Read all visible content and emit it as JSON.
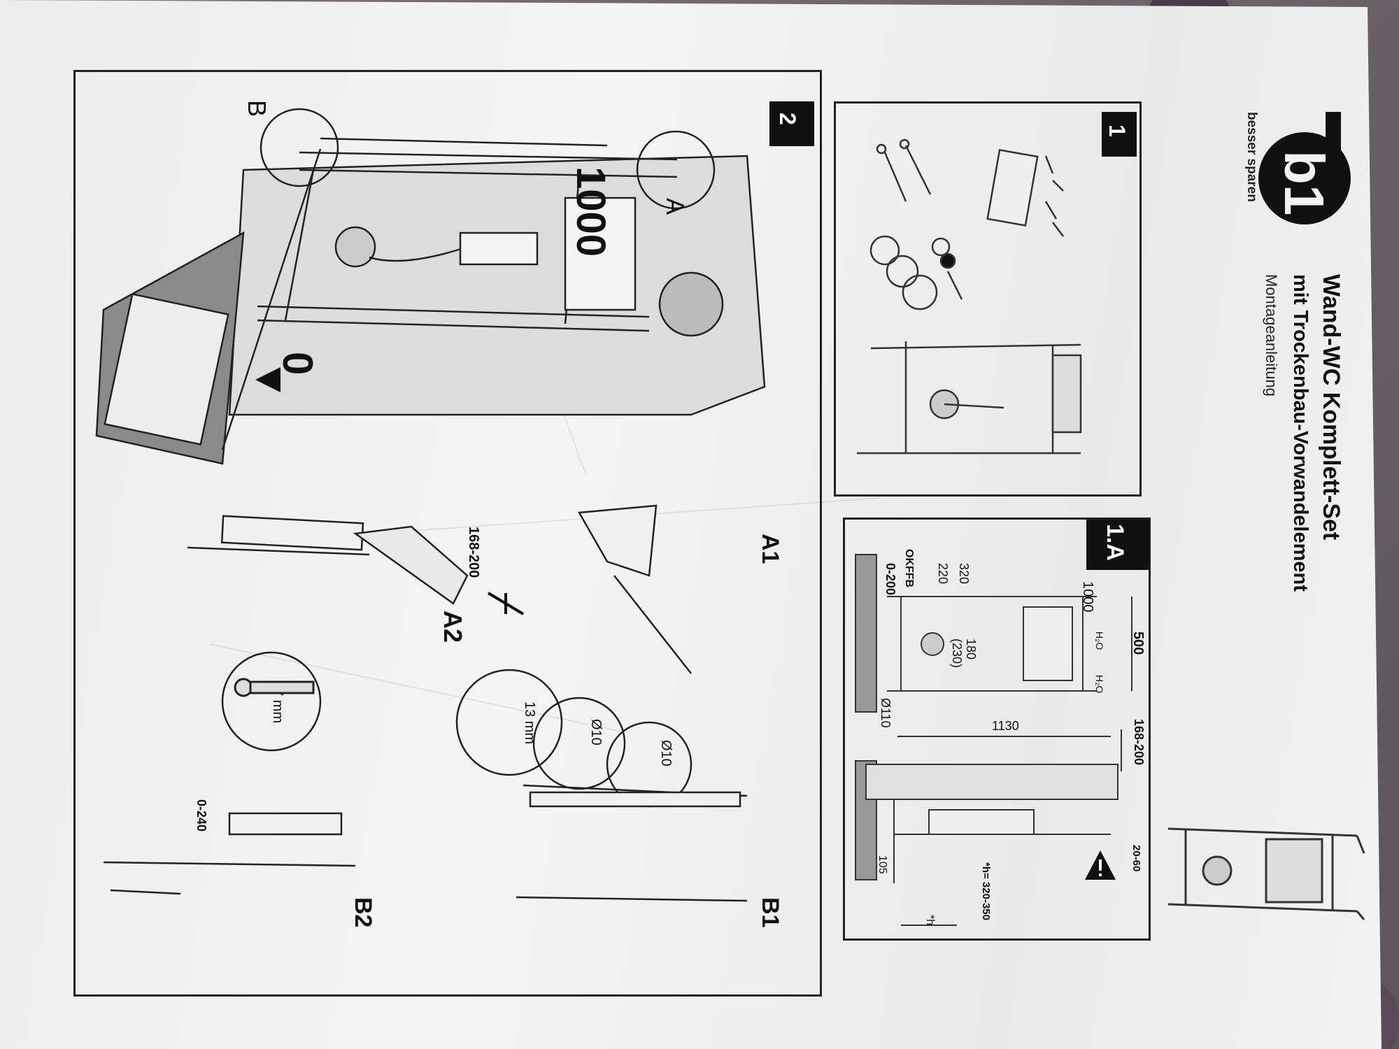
{
  "brand": {
    "logo_text": "b1",
    "slogan": "besser sparen"
  },
  "document": {
    "title": "Wand-WC Komplett-Set",
    "subtitle": "mit Trockenbau-Vorwandelement",
    "doc_type": "Montageanleitung"
  },
  "panel_1": {
    "number": "1"
  },
  "panel_1a": {
    "number": "1.A",
    "dims": {
      "d1000": "1000",
      "d320": "320",
      "d220": "220",
      "d180": "180",
      "d230": "(230)",
      "okffb": "OKFFB",
      "d0_200": "0-200",
      "d500": "500",
      "d1130": "1130",
      "d110": "Ø110",
      "d168_200": "168-200",
      "d20_60": "20-60",
      "d105": "105",
      "h_range": "*h= 320-350",
      "h_marker": "*h",
      "h2o_a": "H₂O",
      "h2o_b": "H₂O"
    }
  },
  "panel_2": {
    "number": "2",
    "width_dim": "1000",
    "zero_mark": "0",
    "detail_a": "A",
    "detail_b": "B",
    "a1": "A1",
    "a2": "A2",
    "a2_dim": "168-200",
    "tool_17": "17 mm",
    "tool_13": "13 mm",
    "drill_a": "Ø10",
    "drill_b": "Ø10",
    "b1": "B1",
    "b2": "B2",
    "b2_dim": "0-240"
  }
}
